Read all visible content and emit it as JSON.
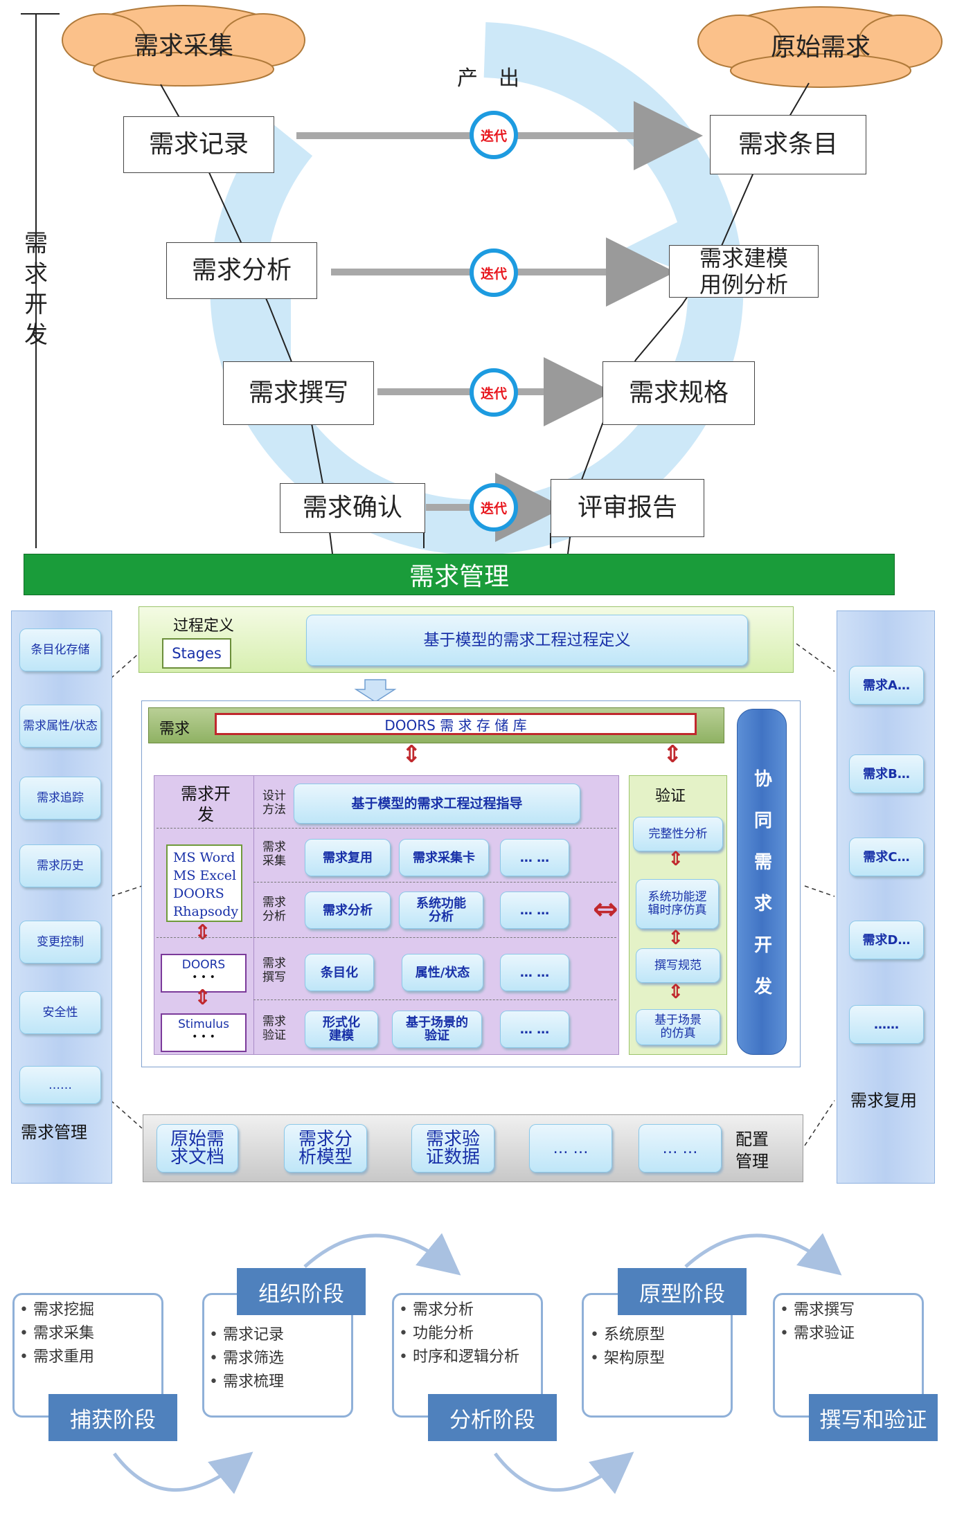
{
  "sec1": {
    "side_label": "需求开发",
    "output_label": "产　出",
    "cloud_left": "需求采集",
    "cloud_right": "原始需求",
    "left_boxes": [
      "需求记录",
      "需求分析",
      "需求撰写",
      "需求确认"
    ],
    "right_boxes": [
      "需求条目",
      "需求建模\n用例分析",
      "需求规格",
      "评审报告"
    ],
    "iteration_label": "迭代",
    "management_bar": "需求管理",
    "colors": {
      "ring": "#cde8f8",
      "bar": "#1a9c3a",
      "iter_border": "#1d9be0",
      "iter_text": "#e8161d"
    }
  },
  "sec2": {
    "left_column": {
      "items": [
        "条目化存储",
        "需求属性/状态",
        "需求追踪",
        "需求历史",
        "变更控制",
        "安全性",
        "……"
      ],
      "title": "需求管理"
    },
    "right_column": {
      "items": [
        "需求A…",
        "需求B…",
        "需求C…",
        "需求D…",
        "……"
      ],
      "title": "需求复用"
    },
    "process": {
      "label": "过程定义",
      "stages": "Stages",
      "definition": "基于模型的需求工程过程定义"
    },
    "repo": {
      "label": "需求",
      "name": "DOORS 需 求 存 储 库"
    },
    "dev_col": {
      "title": "需求开发",
      "tools": [
        "MS Word",
        "MS Excel",
        "DOORS",
        "Rhapsody"
      ],
      "doors": "DOORS",
      "stimulus": "Stimulus",
      "dots": "• • •"
    },
    "rows": [
      {
        "label": "设计方法",
        "cells": [
          "基于模型的需求工程过程指导"
        ]
      },
      {
        "label": "需求采集",
        "cells": [
          "需求复用",
          "需求采集卡",
          "… …"
        ]
      },
      {
        "label": "需求分析",
        "cells": [
          "需求分析",
          "系统功能分析",
          "… …"
        ]
      },
      {
        "label": "需求撰写",
        "cells": [
          "条目化",
          "属性/状态",
          "… …"
        ]
      },
      {
        "label": "需求验证",
        "cells": [
          "形式化建模",
          "基于场景的验证",
          "… …"
        ]
      }
    ],
    "verify": {
      "title": "验证",
      "items": [
        "完整性分析",
        "系统功能逻辑时序仿真",
        "撰写规范",
        "基于场景的仿真"
      ]
    },
    "collab": "协同需求开发",
    "config": {
      "items": [
        "原始需求文档",
        "需求分析模型",
        "需求验证数据",
        "… …",
        "… …"
      ],
      "label": "配置管理"
    }
  },
  "sec3": {
    "phases": [
      {
        "title": "捕获阶段",
        "bullets": [
          "需求挖掘",
          "需求采集",
          "需求重用"
        ]
      },
      {
        "title": "组织阶段",
        "bullets": [
          "需求记录",
          "需求筛选",
          "需求梳理"
        ]
      },
      {
        "title": "分析阶段",
        "bullets": [
          "需求分析",
          "功能分析",
          "时序和逻辑分析"
        ]
      },
      {
        "title": "原型阶段",
        "bullets": [
          "系统原型",
          "架构原型"
        ]
      },
      {
        "title": "撰写和验证",
        "bullets": [
          "需求撰写",
          "需求验证"
        ]
      }
    ],
    "colors": {
      "title_bg": "#4f81bd",
      "box_border": "#8fb0d8"
    }
  }
}
